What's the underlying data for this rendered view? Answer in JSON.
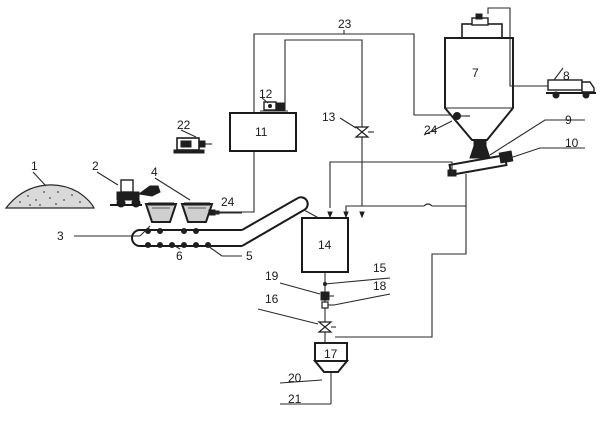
{
  "labels": {
    "n1": "1",
    "n2": "2",
    "n3": "3",
    "n4": "4",
    "n5": "5",
    "n6": "6",
    "n7": "7",
    "n8": "8",
    "n9": "9",
    "n10": "10",
    "n11": "11",
    "n12": "12",
    "n13": "13",
    "n14": "14",
    "n15": "15",
    "n16": "16",
    "n17": "17",
    "n18": "18",
    "n19": "19",
    "n20": "20",
    "n21": "21",
    "n22": "22",
    "n23": "23",
    "n24a": "24",
    "n24b": "24"
  }
}
